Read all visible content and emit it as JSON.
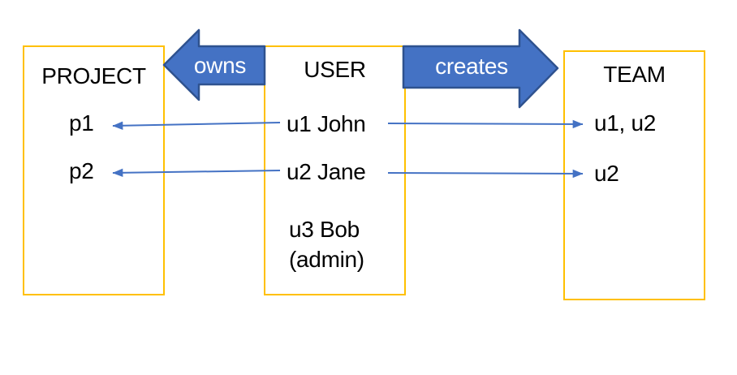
{
  "diagram": {
    "colors": {
      "box_border": "#FFC000",
      "block_arrow_fill": "#4472C4",
      "block_arrow_outline": "#2F528F",
      "connector": "#4472C4",
      "text": "#000000",
      "block_arrow_label_text": "#FFFFFF"
    },
    "boxes": [
      {
        "title": "PROJECT",
        "items": [
          "p1",
          "p2"
        ]
      },
      {
        "title": "USER",
        "items": [
          "u1 John",
          "u2 Jane",
          "u3 Bob",
          "(admin)"
        ]
      },
      {
        "title": "TEAM",
        "items": [
          "u1, u2",
          "u2"
        ]
      }
    ],
    "block_arrows": [
      {
        "label": "owns",
        "direction": "left",
        "from": "USER",
        "to": "PROJECT"
      },
      {
        "label": "creates",
        "direction": "right",
        "from": "USER",
        "to": "TEAM"
      }
    ],
    "connectors": [
      {
        "from": "u1 John",
        "to": "p1",
        "direction": "left"
      },
      {
        "from": "u2 Jane",
        "to": "p2",
        "direction": "left"
      },
      {
        "from": "u1 John",
        "to": "u1, u2",
        "direction": "right"
      },
      {
        "from": "u2 Jane",
        "to": "u2",
        "direction": "right"
      }
    ]
  }
}
